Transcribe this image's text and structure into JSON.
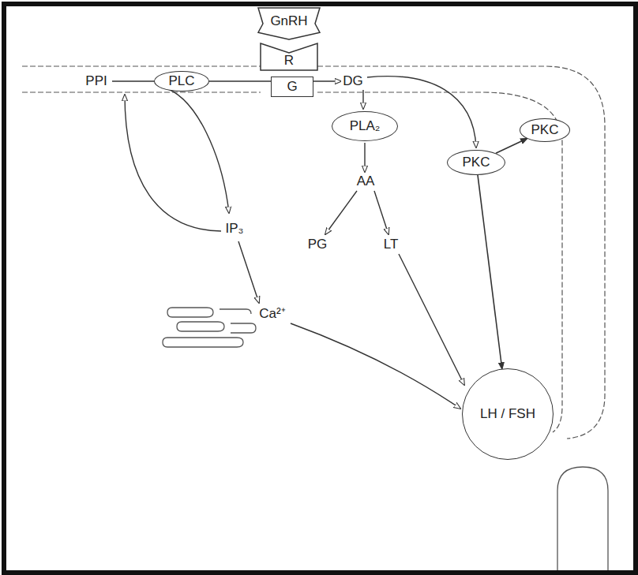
{
  "diagram": {
    "nodes": [
      {
        "text": [
          "GnRH"
        ]
      },
      {
        "text": [
          "R"
        ]
      },
      {
        "text": [
          "G"
        ]
      },
      {
        "text": [
          "PLC"
        ]
      },
      {
        "text": [
          "PLA₂"
        ]
      },
      {
        "text": [
          "PKC"
        ]
      },
      {
        "text": [
          "PKC"
        ]
      },
      {
        "text": [
          "LH / FSH"
        ]
      }
    ],
    "edges": [
      {
        "from": 6,
        "to": 5,
        "arrow": "to"
      },
      {
        "from": 6,
        "to": 7,
        "arrow": "to"
      }
    ],
    "labels": [
      "PPI",
      "DG",
      "IP₃",
      "Ca²⁺",
      "AA",
      "PG",
      "LT"
    ]
  }
}
